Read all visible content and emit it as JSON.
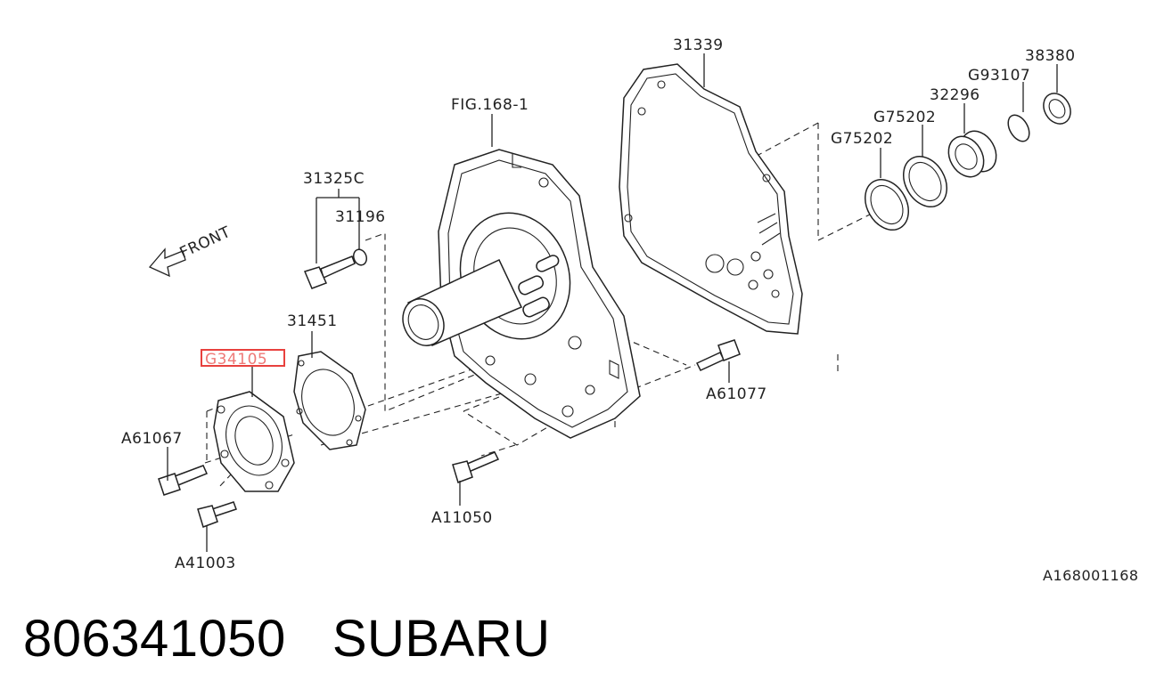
{
  "diagram": {
    "figure_ref": "FIG.168-1",
    "front_label": "FRONT",
    "image_code": "A168001168",
    "highlight_color": "#e8413e",
    "parts": {
      "p31339": "31339",
      "p38380": "38380",
      "p93107": "G93107",
      "p32296": "32296",
      "p75202a": "G75202",
      "p75202b": "G75202",
      "p31325": "31325C",
      "p31196": "31196",
      "p31451": "31451",
      "p34105": "G34105",
      "p61077": "A61077",
      "p61067": "A61067",
      "p11050": "A11050",
      "p41003": "A41003"
    }
  },
  "footer": {
    "part_number": "806341050",
    "brand": "SUBARU"
  }
}
